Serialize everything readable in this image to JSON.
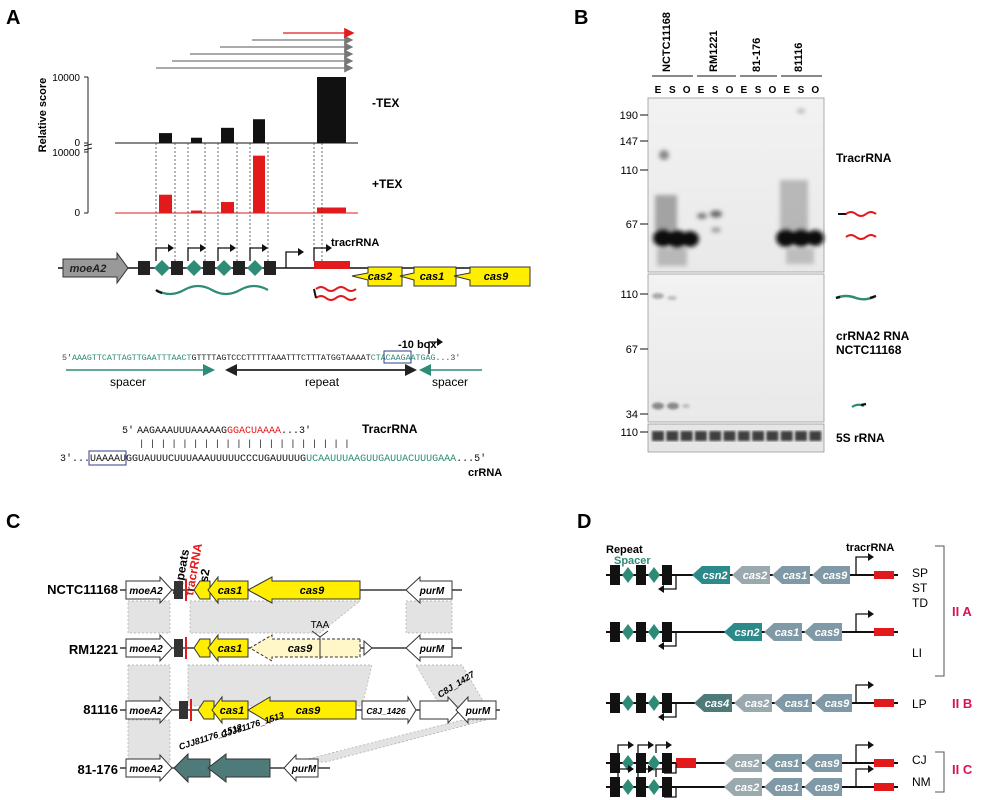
{
  "panels": {
    "a": "A",
    "b": "B",
    "c": "C",
    "d": "D"
  },
  "colors": {
    "red": "#e31a1c",
    "teal": "#2e8b77",
    "yellow": "#ffee00",
    "steel": "#7f9aa6",
    "dark_teal": "#2d8a8a",
    "gray_teal": "#4f7a7a",
    "magenta": "#d6135a"
  },
  "panel_a": {
    "ylabel": "Relative score",
    "ticks_top": [
      "10000",
      "0"
    ],
    "ticks_bottom": [
      "10000",
      "0"
    ],
    "track_minus": "-TEX",
    "track_plus": "+TEX",
    "minus_tex_values": [
      1500,
      800,
      2300,
      3600,
      10000
    ],
    "plus_tex_values": [
      3000,
      400,
      1800,
      9400,
      900
    ],
    "gene_moeA2": "moeA2",
    "label_tracrRNA": "tracrRNA",
    "genes": [
      "cas2",
      "cas1",
      "cas9"
    ],
    "box_label": "-10 box",
    "seq_prefix": "5'",
    "seq_spacer1": "AAAGTTCATTAGTTGAATTTAACT",
    "seq_repeat": "GTTTTAGTCCCTTTTTAAATTTCTTTATGGT",
    "seq_box": "AAAAT",
    "seq_spacer2": "CTACAAGAATGAG",
    "seq_suffix": "...3'",
    "label_spacer_left": "spacer",
    "label_repeat": "repeat",
    "label_spacer_right": "spacer",
    "tracr_prefix": "5'",
    "tracr_black": "AAGAAAUUUAAAAAG",
    "tracr_red": "GGACUAAAA",
    "tracr_suffix": "...3'",
    "tracr_label": "TracrRNA",
    "pairing": "| | | | | | | | | | | | | | | | | | | |",
    "cr_prefix": "3'...",
    "cr_box": "UAAAAU",
    "cr_black": "GGUAUUUCUUUAAAUUUUUCCCUGAUUUUG",
    "cr_teal": "UCAAUUUAAGUUGAUUACUUUGAAA",
    "cr_suffix": "...5'",
    "cr_label": "crRNA"
  },
  "panel_b": {
    "strains": [
      "NCTC11168",
      "RM1221",
      "81-176",
      "81116"
    ],
    "lanes": [
      "E",
      "S",
      "O",
      "E",
      "S",
      "O",
      "E",
      "S",
      "O",
      "E",
      "S",
      "O"
    ],
    "markers_top": [
      "190",
      "147",
      "110",
      "67"
    ],
    "markers_mid": [
      "110",
      "67",
      "34"
    ],
    "marker_bottom": "110",
    "label_tracr": "TracrRNA",
    "label_crrna_1": "crRNA2 RNA",
    "label_crrna_2": "NCTC11168",
    "label_5s": "5S rRNA"
  },
  "panel_c": {
    "header_repeats": "Repeats",
    "header_tracr": "tracrRNA",
    "header_cas2": "cas2",
    "strains": [
      "NCTC11168",
      "RM1221",
      "81116",
      "81-176"
    ],
    "gene_moeA2": "moeA2",
    "gene_cas1": "cas1",
    "gene_cas9": "cas9",
    "gene_purM": "purM",
    "stop_codon": "TAA",
    "gene_1426": "C8J_1426",
    "gene_1427": "C8J_1427",
    "gene_1512": "CJJ81176_1512",
    "gene_1513": "CJJ81176_1513"
  },
  "panel_d": {
    "legend_repeat": "Repeat",
    "legend_spacer": "Spacer",
    "label_tracr": "tracrRNA",
    "rows": [
      {
        "genes": [
          "csn2",
          "cas2",
          "cas1",
          "cas9"
        ],
        "species": "SP\nST\nTD"
      },
      {
        "genes": [
          "csn2",
          "cas1",
          "cas9"
        ],
        "species": "LI"
      },
      {
        "genes": [
          "cas4",
          "cas2",
          "cas1",
          "cas9"
        ],
        "species": "LP"
      },
      {
        "genes": [
          "cas2",
          "cas1",
          "cas9"
        ],
        "species": "CJ"
      },
      {
        "genes": [
          "cas2",
          "cas1",
          "cas9"
        ],
        "species": "NM"
      }
    ],
    "species_SP": "SP",
    "species_ST": "ST",
    "species_TD": "TD",
    "species_LI": "LI",
    "species_LP": "LP",
    "species_CJ": "CJ",
    "species_NM": "NM",
    "class_IIA": "II A",
    "class_IIB": "II B",
    "class_IIC": "II C"
  }
}
